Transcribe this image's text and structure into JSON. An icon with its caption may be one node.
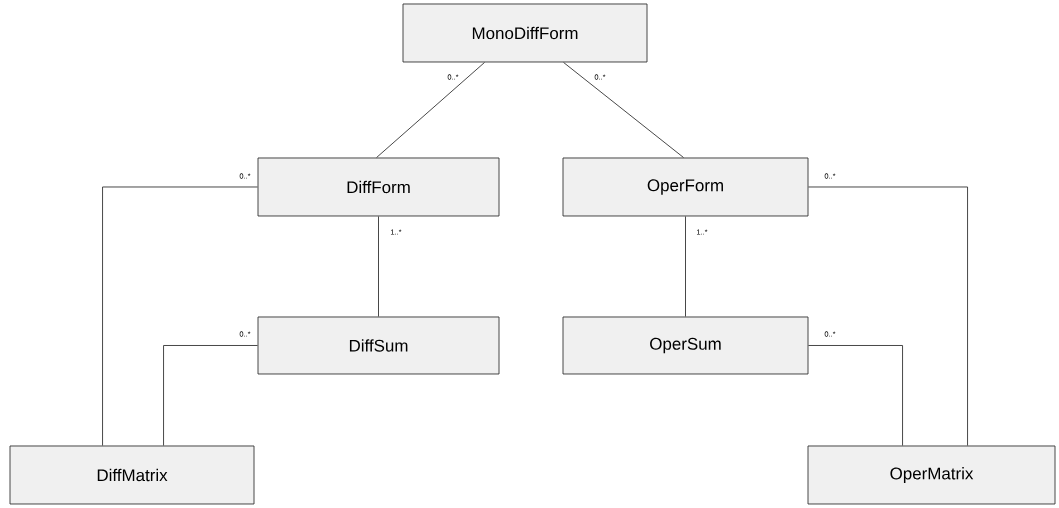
{
  "diagram": {
    "nodes": [
      {
        "text": [
          "MonoDiffForm"
        ]
      },
      {
        "text": [
          "DiffForm"
        ]
      },
      {
        "text": [
          "OperForm"
        ]
      },
      {
        "text": [
          "DiffSum"
        ]
      },
      {
        "text": [
          "OperSum"
        ]
      },
      {
        "text": [
          "DiffMatrix"
        ]
      },
      {
        "text": [
          "OperMatrix"
        ]
      }
    ],
    "edges": [
      {
        "from": 0,
        "to": 1,
        "arrow": "none",
        "label": "0..*"
      },
      {
        "from": 0,
        "to": 2,
        "arrow": "none",
        "label": "0..*"
      },
      {
        "from": 1,
        "to": 3,
        "arrow": "none",
        "label": "1..*"
      },
      {
        "from": 2,
        "to": 4,
        "arrow": "none",
        "label": "1..*"
      },
      {
        "from": 5,
        "to": 1,
        "arrow": "none",
        "label": "0..*"
      },
      {
        "from": 5,
        "to": 3,
        "arrow": "none",
        "label": "0..*"
      },
      {
        "from": 6,
        "to": 2,
        "arrow": "none",
        "label": "0..*"
      },
      {
        "from": 6,
        "to": 4,
        "arrow": "none",
        "label": "0..*"
      }
    ]
  }
}
